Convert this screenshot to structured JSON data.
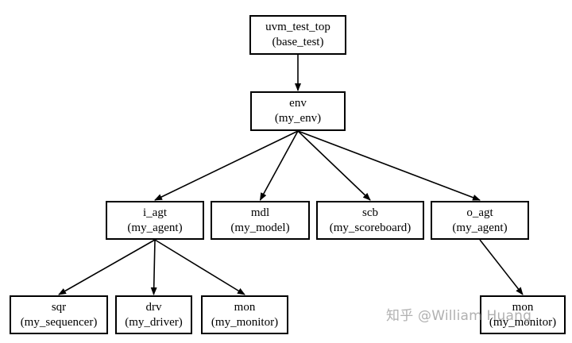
{
  "nodes": {
    "uvm_test_top": {
      "name": "uvm_test_top",
      "type": "(base_test)"
    },
    "env": {
      "name": "env",
      "type": "(my_env)"
    },
    "i_agt": {
      "name": "i_agt",
      "type": "(my_agent)"
    },
    "mdl": {
      "name": "mdl",
      "type": "(my_model)"
    },
    "scb": {
      "name": "scb",
      "type": "(my_scoreboard)"
    },
    "o_agt": {
      "name": "o_agt",
      "type": "(my_agent)"
    },
    "sqr": {
      "name": "sqr",
      "type": "(my_sequencer)"
    },
    "drv": {
      "name": "drv",
      "type": "(my_driver)"
    },
    "i_mon": {
      "name": "mon",
      "type": "(my_monitor)"
    },
    "o_mon": {
      "name": "mon",
      "type": "(my_monitor)"
    }
  },
  "edges": [
    [
      "uvm_test_top",
      "env"
    ],
    [
      "env",
      "i_agt"
    ],
    [
      "env",
      "mdl"
    ],
    [
      "env",
      "scb"
    ],
    [
      "env",
      "o_agt"
    ],
    [
      "i_agt",
      "sqr"
    ],
    [
      "i_agt",
      "drv"
    ],
    [
      "i_agt",
      "i_mon"
    ],
    [
      "o_agt",
      "o_mon"
    ]
  ],
  "watermark": "知乎 @William Huang",
  "colors": {
    "stroke": "#000000",
    "background": "#ffffff"
  }
}
